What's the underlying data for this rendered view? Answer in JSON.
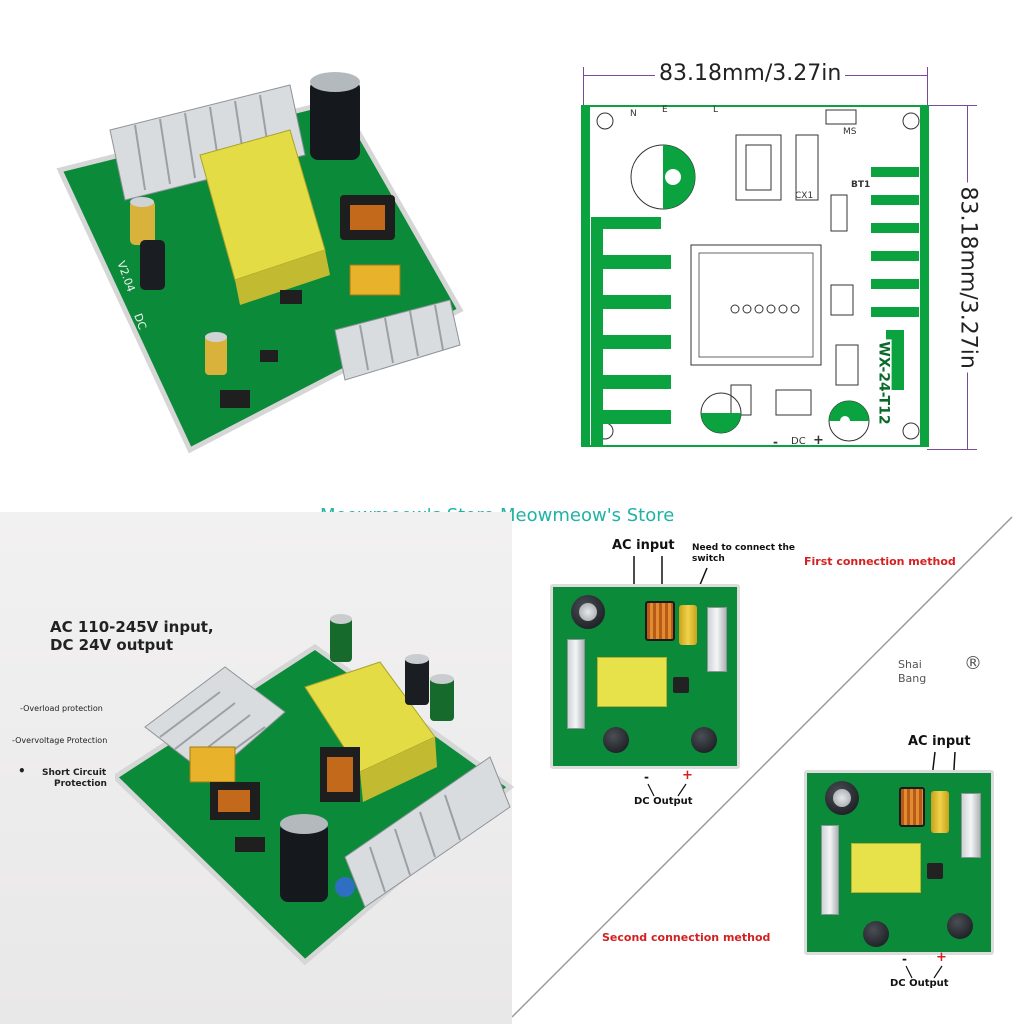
{
  "dimensions": {
    "horizontal": "83.18mm/3.27in",
    "vertical": "83.18mm/3.27in"
  },
  "pcb_layout": {
    "labels": {
      "n": "N",
      "e": "E",
      "l": "L",
      "ms": "MS",
      "bt1": "BT1",
      "cx1": "CX1",
      "model": "WX-24-T12",
      "dc_minus": "-",
      "dc": "DC",
      "dc_plus": "+"
    }
  },
  "photo_labels": {
    "board_marking": "V2.04",
    "dc_marking": "DC"
  },
  "store_banner": "Meowmeow's Store Meowmeow's Store",
  "features": {
    "headline_line1": "AC 110-245V input,",
    "headline_line2": "DC 24V output",
    "items": [
      "-Overload protection",
      "-Overvoltage Protection",
      "Short Circuit",
      "Protection"
    ],
    "bullet": "•"
  },
  "connection": {
    "ac_input_1": "AC input",
    "switch_note_line1": "Need to connect the",
    "switch_note_line2": "switch",
    "first_method": "First connection method",
    "brand_line1": "Shai",
    "brand_line2": "Bang",
    "registered": "®",
    "dc_output_1": "DC Output",
    "minus_1": "-",
    "plus_1": "+",
    "ac_input_2": "AC input",
    "second_method": "Second connection method",
    "dc_output_2": "DC Output",
    "minus_2": "-",
    "plus_2": "+"
  },
  "colors": {
    "pcb_green": "#0b8a3a",
    "layout_green": "#0aa33f",
    "dimension_purple": "#7a4a9a",
    "store_teal": "#20b2a6",
    "method_red": "#d42020"
  }
}
